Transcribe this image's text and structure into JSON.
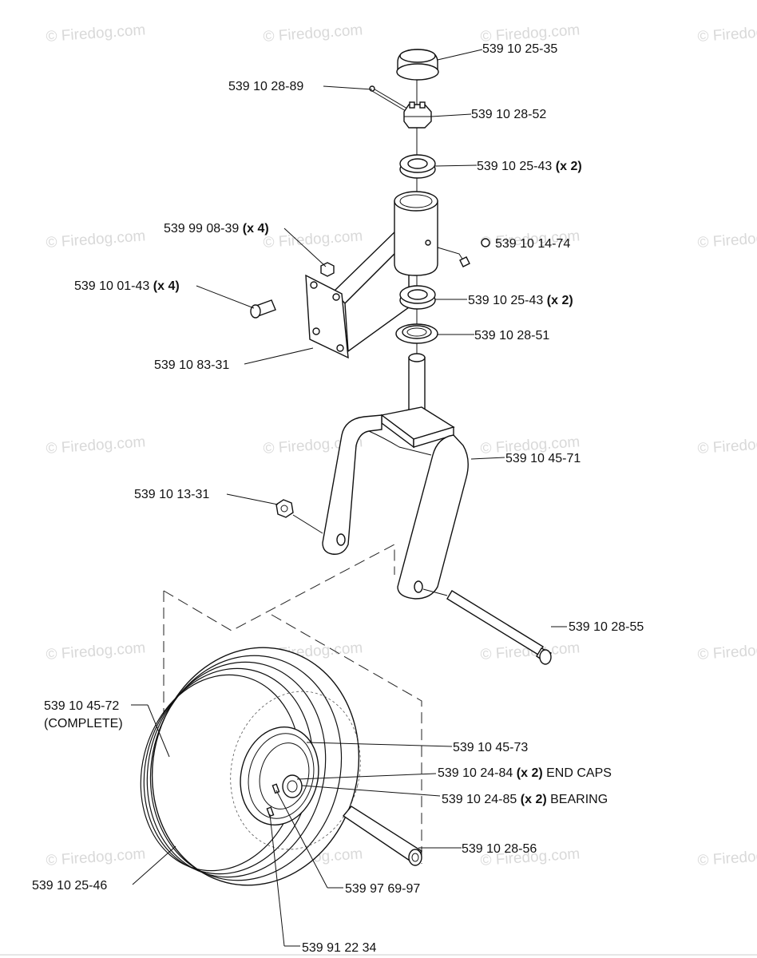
{
  "watermark": "© Firedog.com",
  "labels": {
    "hub_cap": "539 10 25-35",
    "cotter_pin": "539 10 28-89",
    "castle_nut": "539 10 28-52",
    "bearing_top": "539 10 25-43",
    "bearing_top_qty": "(x 2)",
    "nut_x4": "539 99 08-39",
    "nut_x4_qty": "(x 4)",
    "grease_fitting": "539 10 14-74",
    "bolt_x4": "539 10 01-43",
    "bolt_x4_qty": "(x 4)",
    "bearing_lower": "539 10 25-43",
    "bearing_lower_qty": "(x 2)",
    "seal": "539 10 28-51",
    "bracket": "539 10 83-31",
    "fork": "539 10 45-71",
    "axle_nut": "539 10 13-31",
    "axle_bolt": "539 10 28-55",
    "wheel_complete": "539 10 45-72",
    "wheel_complete_note": "(COMPLETE)",
    "rim": "539 10 45-73",
    "end_caps": "539 10 24-84",
    "end_caps_qty": "(x 2)",
    "end_caps_note": "END CAPS",
    "bearing_wheel": "539 10 24-85",
    "bearing_wheel_qty": "(x 2)",
    "bearing_wheel_note": "BEARING",
    "spacer_tube": "539 10 28-56",
    "tire": "539 10 25-46",
    "valve_stem": "539 97 69-97",
    "bottom_cut": "539 91 22 34"
  }
}
